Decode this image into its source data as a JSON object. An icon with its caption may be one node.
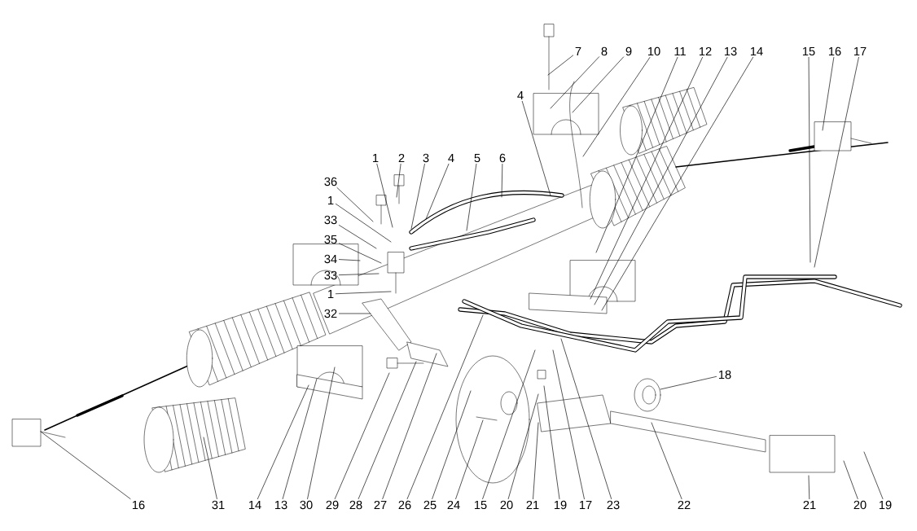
{
  "diagram": {
    "nodes": [
      {
        "text": [
          "7"
        ]
      },
      {
        "text": [
          "8"
        ]
      },
      {
        "text": [
          "9"
        ]
      },
      {
        "text": [
          "10"
        ]
      },
      {
        "text": [
          "11"
        ]
      },
      {
        "text": [
          "12"
        ]
      },
      {
        "text": [
          "13"
        ]
      },
      {
        "text": [
          "14"
        ]
      },
      {
        "text": [
          "15"
        ]
      },
      {
        "text": [
          "16"
        ]
      },
      {
        "text": [
          "17"
        ]
      },
      {
        "text": [
          "4"
        ]
      },
      {
        "text": [
          "1"
        ]
      },
      {
        "text": [
          "2"
        ]
      },
      {
        "text": [
          "3"
        ]
      },
      {
        "text": [
          "4"
        ]
      },
      {
        "text": [
          "5"
        ]
      },
      {
        "text": [
          "6"
        ]
      },
      {
        "text": [
          "36"
        ]
      },
      {
        "text": [
          "1"
        ]
      },
      {
        "text": [
          "33"
        ]
      },
      {
        "text": [
          "35"
        ]
      },
      {
        "text": [
          "34"
        ]
      },
      {
        "text": [
          "33"
        ]
      },
      {
        "text": [
          "1"
        ]
      },
      {
        "text": [
          "32"
        ]
      },
      {
        "text": [
          "18"
        ]
      },
      {
        "text": [
          "16"
        ]
      },
      {
        "text": [
          "31"
        ]
      },
      {
        "text": [
          "14"
        ]
      },
      {
        "text": [
          "13"
        ]
      },
      {
        "text": [
          "30"
        ]
      },
      {
        "text": [
          "29"
        ]
      },
      {
        "text": [
          "28"
        ]
      },
      {
        "text": [
          "27"
        ]
      },
      {
        "text": [
          "26"
        ]
      },
      {
        "text": [
          "25"
        ]
      },
      {
        "text": [
          "24"
        ]
      },
      {
        "text": [
          "15"
        ]
      },
      {
        "text": [
          "20"
        ]
      },
      {
        "text": [
          "21"
        ]
      },
      {
        "text": [
          "19"
        ]
      },
      {
        "text": [
          "17"
        ]
      },
      {
        "text": [
          "23"
        ]
      },
      {
        "text": [
          "22"
        ]
      },
      {
        "text": [
          "21"
        ]
      },
      {
        "text": [
          "20"
        ]
      },
      {
        "text": [
          "19"
        ]
      }
    ],
    "edges": [
      {
        "from": 0,
        "to": null,
        "arrow": "none"
      },
      {
        "from": 1,
        "to": null,
        "arrow": "none"
      },
      {
        "from": 2,
        "to": null,
        "arrow": "none"
      },
      {
        "from": 3,
        "to": null,
        "arrow": "none"
      },
      {
        "from": 4,
        "to": null,
        "arrow": "none"
      },
      {
        "from": 5,
        "to": null,
        "arrow": "none"
      },
      {
        "from": 6,
        "to": null,
        "arrow": "none"
      },
      {
        "from": 7,
        "to": null,
        "arrow": "none"
      },
      {
        "from": 8,
        "to": null,
        "arrow": "none"
      },
      {
        "from": 9,
        "to": null,
        "arrow": "none"
      },
      {
        "from": 10,
        "to": null,
        "arrow": "none"
      },
      {
        "from": 11,
        "to": null,
        "arrow": "none"
      },
      {
        "from": 12,
        "to": null,
        "arrow": "none"
      },
      {
        "from": 13,
        "to": null,
        "arrow": "none"
      },
      {
        "from": 14,
        "to": null,
        "arrow": "none"
      },
      {
        "from": 15,
        "to": null,
        "arrow": "none"
      },
      {
        "from": 16,
        "to": null,
        "arrow": "none"
      },
      {
        "from": 17,
        "to": null,
        "arrow": "none"
      },
      {
        "from": 18,
        "to": null,
        "arrow": "none"
      },
      {
        "from": 19,
        "to": null,
        "arrow": "none"
      },
      {
        "from": 20,
        "to": null,
        "arrow": "none"
      },
      {
        "from": 21,
        "to": null,
        "arrow": "none"
      },
      {
        "from": 22,
        "to": null,
        "arrow": "none"
      },
      {
        "from": 23,
        "to": null,
        "arrow": "none"
      },
      {
        "from": 24,
        "to": null,
        "arrow": "none"
      },
      {
        "from": 25,
        "to": null,
        "arrow": "none"
      },
      {
        "from": 26,
        "to": null,
        "arrow": "none"
      },
      {
        "from": 27,
        "to": null,
        "arrow": "none"
      },
      {
        "from": 28,
        "to": null,
        "arrow": "none"
      },
      {
        "from": 29,
        "to": null,
        "arrow": "none"
      },
      {
        "from": 30,
        "to": null,
        "arrow": "none"
      },
      {
        "from": 31,
        "to": null,
        "arrow": "none"
      },
      {
        "from": 32,
        "to": null,
        "arrow": "none"
      },
      {
        "from": 33,
        "to": null,
        "arrow": "none"
      },
      {
        "from": 34,
        "to": null,
        "arrow": "none"
      },
      {
        "from": 35,
        "to": null,
        "arrow": "none"
      },
      {
        "from": 36,
        "to": null,
        "arrow": "none"
      },
      {
        "from": 37,
        "to": null,
        "arrow": "none"
      },
      {
        "from": 38,
        "to": null,
        "arrow": "none"
      },
      {
        "from": 39,
        "to": null,
        "arrow": "none"
      },
      {
        "from": 40,
        "to": null,
        "arrow": "none"
      },
      {
        "from": 41,
        "to": null,
        "arrow": "none"
      },
      {
        "from": 42,
        "to": null,
        "arrow": "none"
      },
      {
        "from": 43,
        "to": null,
        "arrow": "none"
      },
      {
        "from": 44,
        "to": null,
        "arrow": "none"
      },
      {
        "from": 45,
        "to": null,
        "arrow": "none"
      },
      {
        "from": 46,
        "to": null,
        "arrow": "none"
      },
      {
        "from": 47,
        "to": null,
        "arrow": "none"
      }
    ]
  }
}
